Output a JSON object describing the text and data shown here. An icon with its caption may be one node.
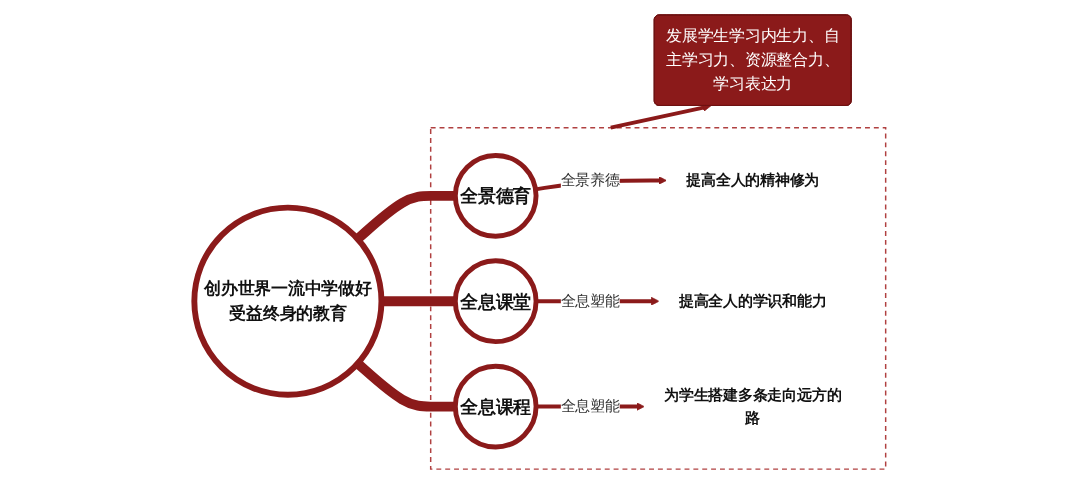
{
  "diagram": {
    "nodes": [
      {
        "text": [
          "创办世界一流中学做好受益终身的教育"
        ]
      },
      {
        "text": [],
        "shape": "box"
      },
      {
        "text": [
          "全景德育"
        ],
        "in": 1
      },
      {
        "text": [
          "提高全人的精神修为"
        ],
        "in": 1
      },
      {
        "text": [
          "全息课堂"
        ],
        "in": 1
      },
      {
        "text": [
          "提高全人的学识和能力"
        ],
        "in": 1
      },
      {
        "text": [
          "全息课程"
        ],
        "in": 1
      },
      {
        "text": [
          "为学生搭建多条走向远方的路"
        ],
        "in": 1
      },
      {
        "text": [
          "发展学生学习内生力、自主学习力、资源整合力、学习表达力"
        ]
      }
    ],
    "edges": [
      {
        "from": 0,
        "to": 2,
        "arrow": "none",
        "style": "thick"
      },
      {
        "from": 0,
        "to": 4,
        "arrow": "none",
        "style": "thick"
      },
      {
        "from": 0,
        "to": 6,
        "arrow": "none",
        "style": "thick"
      },
      {
        "from": 2,
        "to": 3,
        "arrow": "to",
        "label": "全景养德"
      },
      {
        "from": 4,
        "to": 5,
        "arrow": "to",
        "label": "全息塑能"
      },
      {
        "from": 6,
        "to": 7,
        "arrow": "to",
        "label": "全息塑能"
      },
      {
        "from": 1,
        "to": 8,
        "arrow": "to"
      }
    ]
  }
}
